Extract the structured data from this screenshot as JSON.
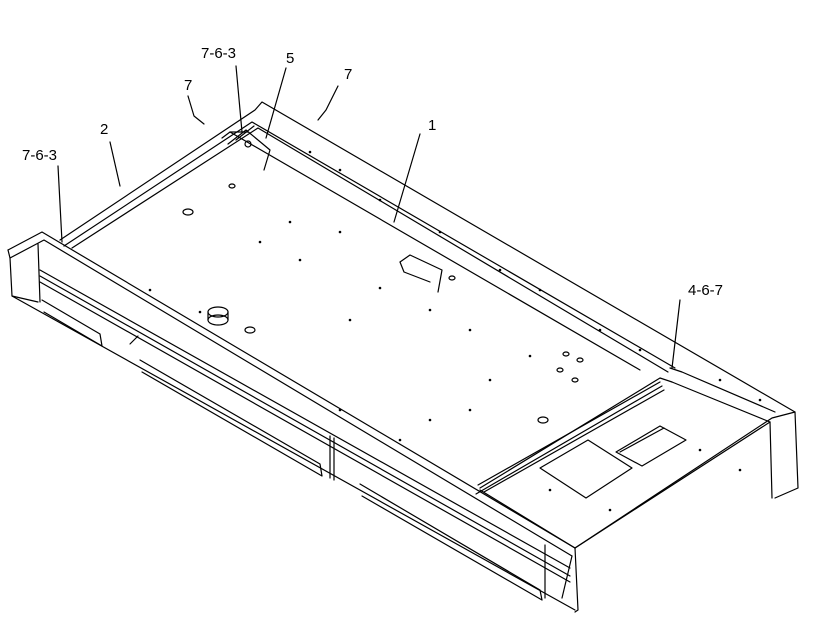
{
  "callouts": {
    "c_7_6_3_top": "7-6-3",
    "c_5": "5",
    "c_7_left": "7",
    "c_7_right": "7",
    "c_2": "2",
    "c_1": "1",
    "c_7_6_3_left": "7-6-3",
    "c_4_6_7": "4-6-7"
  },
  "colors": {
    "line": "#000000",
    "background": "#ffffff"
  }
}
